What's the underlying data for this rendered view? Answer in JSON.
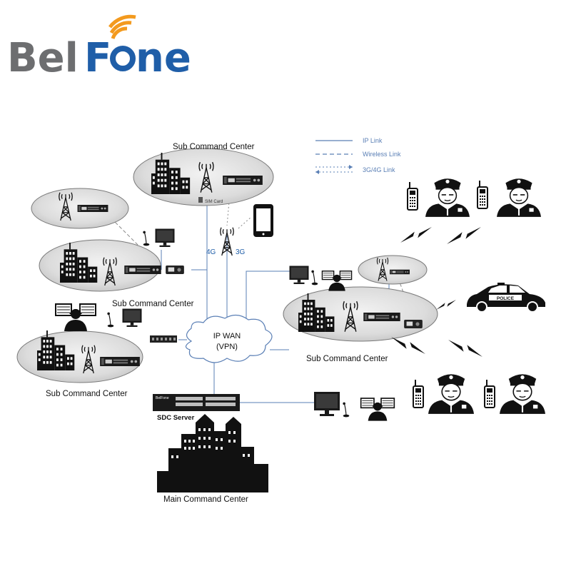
{
  "brand": {
    "name_part1": "Bel",
    "name_part2": "F",
    "name_part3": "ne",
    "color_gray": "#6d6e70",
    "color_blue": "#1f5ea8",
    "color_orange": "#f39a1e"
  },
  "legend": {
    "ip_link": "IP  Link",
    "wireless_link": "Wireless Link",
    "cellular_link": "3G/4G Link"
  },
  "labels": {
    "sub_center_top": "Sub Command Center",
    "sub_center_left_mid": "Sub Command Center",
    "sub_center_left_bottom": "Sub Command Center",
    "sub_center_right": "Sub Command Center",
    "main_center": "Main Command Center",
    "sdc_server": "SDC Server",
    "server_brand": "BelFone",
    "wan_line1": "IP WAN",
    "wan_line2": "(VPN)",
    "sim_card": "SIM Card",
    "band_4g": "4G",
    "band_3g": "3G",
    "police": "POLICE"
  },
  "colors": {
    "line_blue": "#5a7fb5",
    "dashed_gray": "#8a8a8a",
    "ellipse_fill": "#d6d6d6",
    "ellipse_stroke": "#7a7a7a",
    "black": "#111111"
  }
}
